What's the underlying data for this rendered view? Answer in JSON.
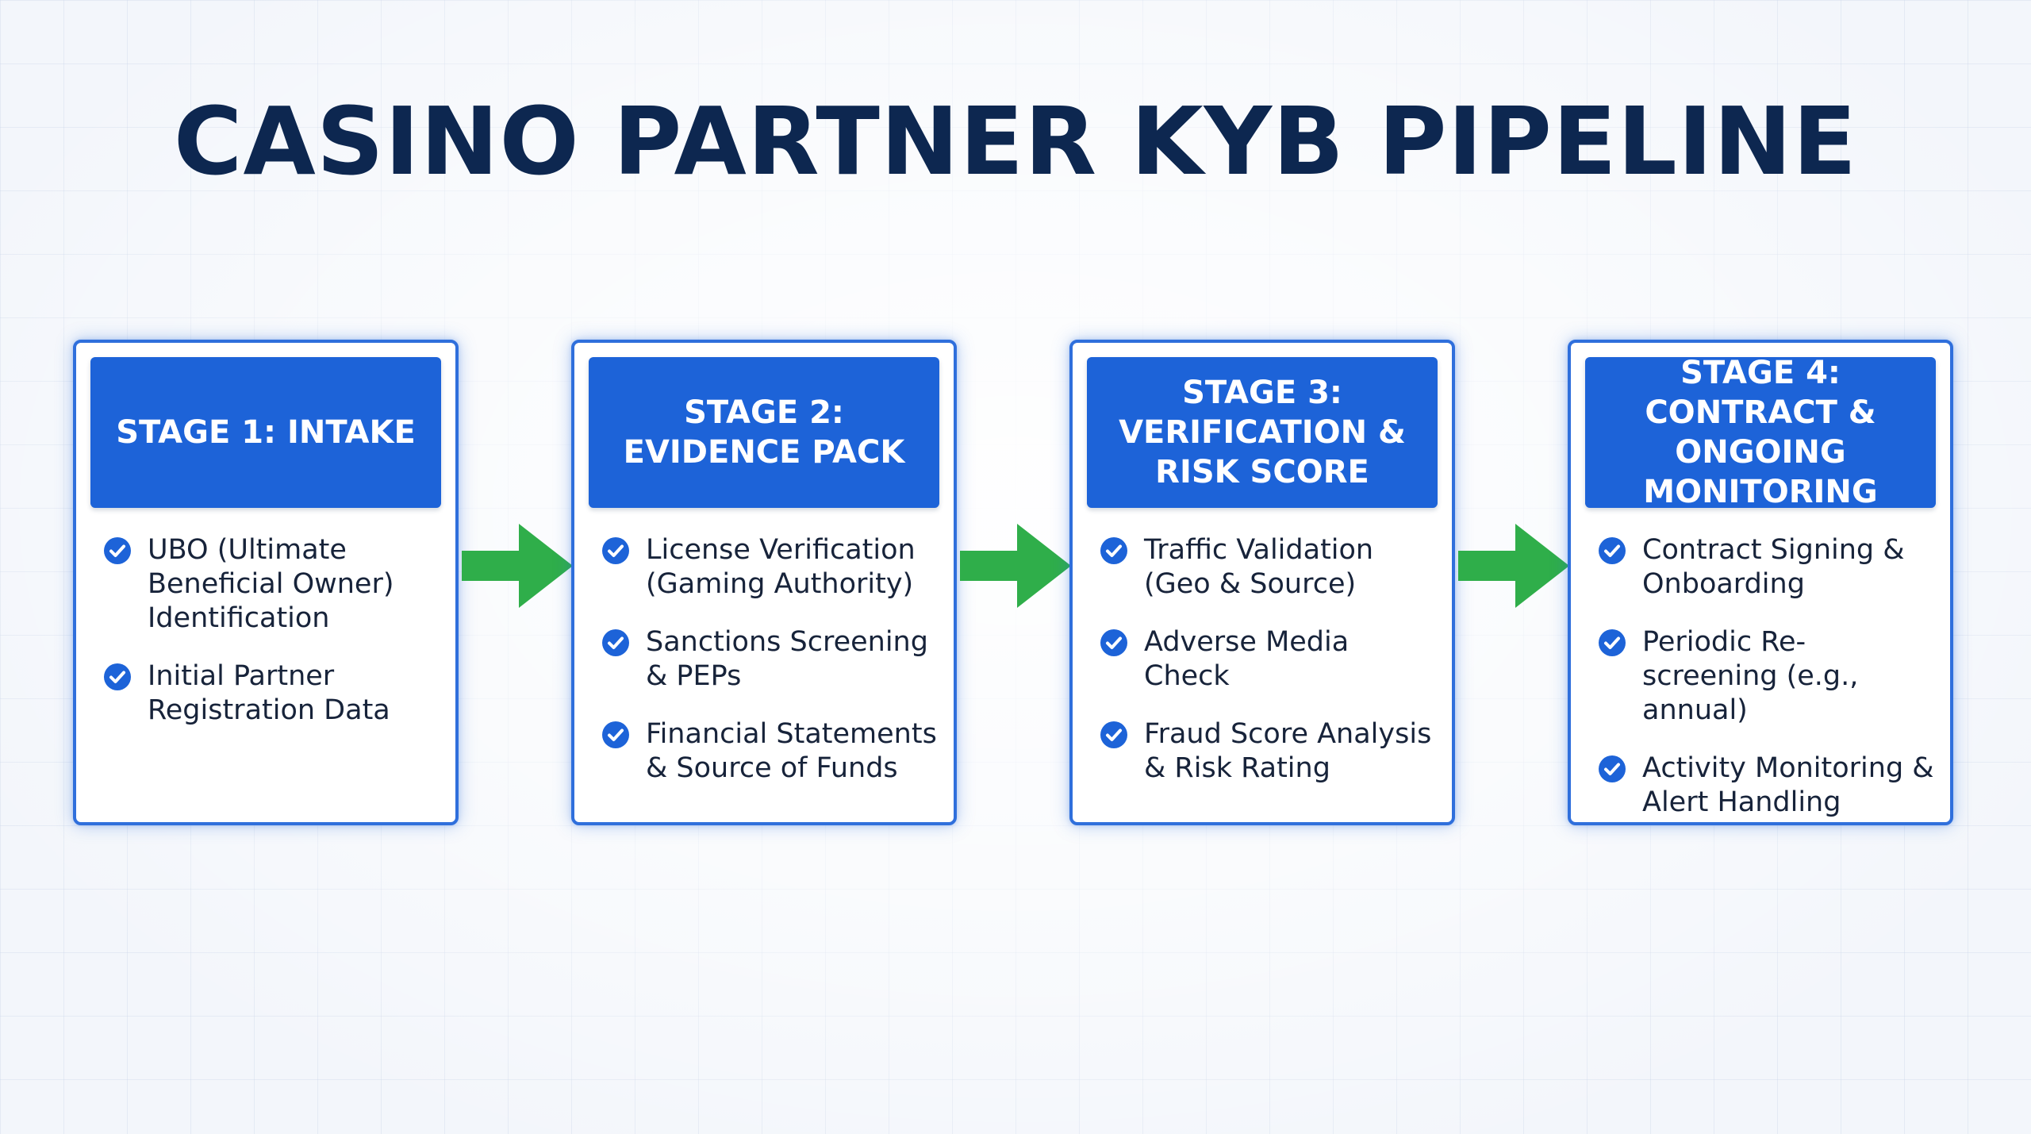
{
  "title": "CASINO PARTNER KYB PIPELINE",
  "colors": {
    "title": "#0d2750",
    "stage_header": "#1d63d8",
    "stage_border": "#2f6fdc",
    "check_icon": "#1d63d8",
    "arrow": "#2fae4a"
  },
  "stages": [
    {
      "title": "STAGE 1: INTAKE",
      "items": [
        "UBO (Ultimate Beneficial Owner) Identification",
        "Initial Partner Registration Data"
      ]
    },
    {
      "title": "STAGE 2: EVIDENCE PACK",
      "items": [
        "License Verification (Gaming Authority)",
        "Sanctions Screening & PEPs",
        "Financial Statements & Source of Funds"
      ]
    },
    {
      "title": "STAGE 3: VERIFICATION & RISK SCORE",
      "items": [
        "Traffic Validation (Geo & Source)",
        "Adverse Media Check",
        "Fraud Score Analysis & Risk Rating"
      ]
    },
    {
      "title": "STAGE 4: CONTRACT & ONGOING MONITORING",
      "items": [
        "Contract Signing & Onboarding",
        "Periodic Re-screening (e.g., annual)",
        "Activity Monitoring & Alert Handling"
      ]
    }
  ]
}
